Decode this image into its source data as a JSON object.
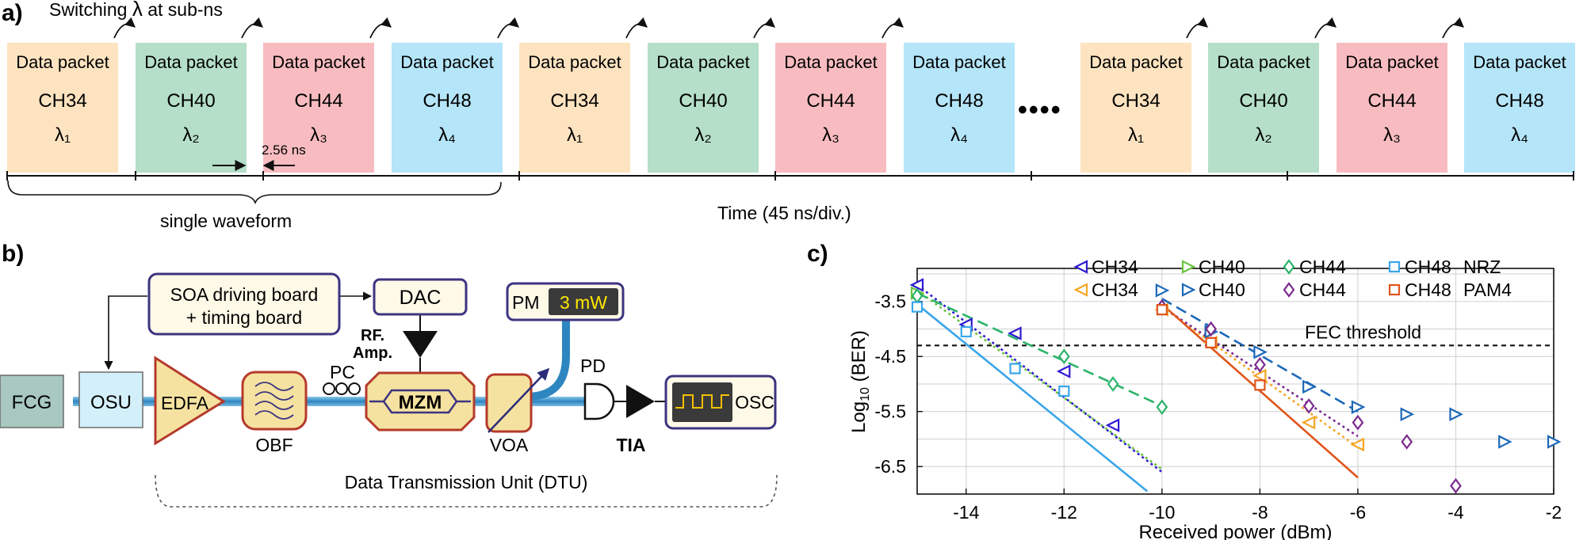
{
  "panel_a": {
    "label": "a)",
    "switch_note_pre": "Switching ",
    "switch_note_lambda": "λ",
    "switch_note_post": "  at sub-ns",
    "packets": [
      {
        "title": "Data packet",
        "channel": "CH34",
        "lambda": "λ₁",
        "color": "#fde3c0"
      },
      {
        "title": "Data packet",
        "channel": "CH40",
        "lambda": "λ₂",
        "color": "#b5dfc8"
      },
      {
        "title": "Data packet",
        "channel": "CH44",
        "lambda": "λ₃",
        "color": "#f8bcc0"
      },
      {
        "title": "Data packet",
        "channel": "CH48",
        "lambda": "λ₄",
        "color": "#b4e5f8"
      },
      {
        "title": "Data packet",
        "channel": "CH34",
        "lambda": "λ₁",
        "color": "#fde3c0"
      },
      {
        "title": "Data packet",
        "channel": "CH40",
        "lambda": "λ₂",
        "color": "#b5dfc8"
      },
      {
        "title": "Data packet",
        "channel": "CH44",
        "lambda": "λ₃",
        "color": "#f8bcc0"
      },
      {
        "title": "Data packet",
        "channel": "CH48",
        "lambda": "λ₄",
        "color": "#b4e5f8"
      },
      {
        "title": "Data packet",
        "channel": "CH34",
        "lambda": "λ₁",
        "color": "#fde3c0"
      },
      {
        "title": "Data packet",
        "channel": "CH40",
        "lambda": "λ₂",
        "color": "#b5dfc8"
      },
      {
        "title": "Data packet",
        "channel": "CH44",
        "lambda": "λ₃",
        "color": "#f8bcc0"
      },
      {
        "title": "Data packet",
        "channel": "CH48",
        "lambda": "λ₄",
        "color": "#b4e5f8"
      }
    ],
    "gap_label": "2.56 ns",
    "ellipsis": "••••",
    "waveform_label": "single waveform",
    "time_label": "Time (45 ns/div.)"
  },
  "panel_b": {
    "label": "b)",
    "soa_board_line1": "SOA driving board",
    "soa_board_line2": "+ timing board",
    "dac": "DAC",
    "pm": "PM",
    "pm_reading": "3 mW",
    "rf_amp_line1": "RF.",
    "rf_amp_line2": "Amp.",
    "pc": "PC",
    "pd": "PD",
    "fcg": "FCG",
    "osu": "OSU",
    "edfa": "EDFA",
    "obf": "OBF",
    "mzm": "MZM",
    "voa": "VOA",
    "tia": "TIA",
    "osc": "OSC",
    "dtu_label": "Data Transmission Unit (DTU)",
    "colors": {
      "fiber": "#3a8fc4",
      "box_border": "#3c3480",
      "edfa_fill": "#f5e2a0",
      "edfa_border": "#b5392b",
      "fcg_fill": "#a8c8c0",
      "osu_fill": "#d3effa"
    }
  },
  "panel_c": {
    "label": "c)",
    "fec_label": "FEC threshold",
    "legend": [
      {
        "marker": "left-triangle",
        "color": "#2d1bd0",
        "name": "CH34"
      },
      {
        "marker": "left-triangle",
        "color": "#f5a623",
        "name": "CH34"
      },
      {
        "marker": "right-triangle",
        "color": "#6ac23e",
        "name": "CH40"
      },
      {
        "marker": "right-triangle",
        "color": "#1c68b8",
        "name": "CH40"
      },
      {
        "marker": "diamond",
        "color": "#2bb36a",
        "name": "CH44"
      },
      {
        "marker": "diamond",
        "color": "#7b2a8e",
        "name": "CH44"
      },
      {
        "marker": "square",
        "color": "#3aa6ea",
        "name": "CH48"
      },
      {
        "marker": "square",
        "color": "#e0551b",
        "name": "CH48"
      }
    ],
    "format_labels": [
      "NRZ",
      "PAM4"
    ]
  },
  "chart_data": {
    "type": "scatter",
    "xlabel": "Received power (dBm)",
    "ylabel_main": "Log",
    "ylabel_sub": "10",
    "ylabel_rest": " (BER)",
    "xlim": [
      -15,
      -2
    ],
    "ylim": [
      -7.0,
      -2.9
    ],
    "x_ticks": [
      -14,
      -12,
      -10,
      -8,
      -6,
      -4,
      -2
    ],
    "x_tick_labels": [
      "-14",
      "-12",
      "-10",
      "-8",
      "-6",
      "-4",
      "-2"
    ],
    "y_ticks": [
      -3.5,
      -4.5,
      -5.5,
      -6.5
    ],
    "y_tick_labels": [
      "-3.5",
      "-4.5",
      "-5.5",
      "-6.5"
    ],
    "grid": true,
    "fec_threshold": -4.3,
    "series": [
      {
        "name": "CH34",
        "group": "NRZ",
        "color": "#2d1bd0",
        "marker": "left-triangle",
        "x": [
          -15,
          -14,
          -13,
          -12,
          -11
        ],
        "y": [
          -3.2,
          -3.92,
          -4.08,
          -4.77,
          -5.75
        ],
        "fit": {
          "style": "dotted",
          "x": [
            -15,
            -10
          ],
          "y": [
            -3.2,
            -6.6
          ]
        }
      },
      {
        "name": "CH40",
        "group": "NRZ",
        "color": "#6ac23e",
        "marker": "right-triangle",
        "x": [
          -15
        ],
        "y": [
          -3.35
        ],
        "fit": {
          "style": "dotted",
          "x": [
            -15,
            -10
          ],
          "y": [
            -3.3,
            -6.55
          ]
        }
      },
      {
        "name": "CH44",
        "group": "NRZ",
        "color": "#2bb36a",
        "marker": "diamond",
        "x": [
          -15,
          -12,
          -11,
          -10
        ],
        "y": [
          -3.4,
          -4.5,
          -5.0,
          -5.42
        ],
        "fit": {
          "style": "dashed",
          "x": [
            -15,
            -10
          ],
          "y": [
            -3.35,
            -5.4
          ]
        }
      },
      {
        "name": "CH48",
        "group": "NRZ",
        "color": "#3aa6ea",
        "marker": "square",
        "x": [
          -15,
          -14,
          -13,
          -12
        ],
        "y": [
          -3.6,
          -4.05,
          -4.72,
          -5.13
        ],
        "fit": {
          "style": "solid",
          "x": [
            -15,
            -10.3
          ],
          "y": [
            -3.55,
            -6.95
          ]
        }
      },
      {
        "name": "CH34",
        "group": "PAM4",
        "color": "#f5a623",
        "marker": "left-triangle",
        "x": [
          -10,
          -9,
          -8,
          -7,
          -6
        ],
        "y": [
          -3.65,
          -4.25,
          -4.85,
          -5.7,
          -6.1
        ],
        "fit": {
          "style": "dotted",
          "x": [
            -10,
            -6
          ],
          "y": [
            -3.6,
            -6.15
          ]
        }
      },
      {
        "name": "CH40",
        "group": "PAM4",
        "color": "#1c68b8",
        "marker": "right-triangle",
        "x": [
          -10,
          -9,
          -8,
          -7,
          -6,
          -5,
          -4,
          -3,
          -2
        ],
        "y": [
          -3.3,
          -4.05,
          -4.42,
          -5.05,
          -5.42,
          -5.55,
          -5.55,
          -6.05,
          -6.05
        ],
        "fit": {
          "style": "dashed",
          "x": [
            -10,
            -6
          ],
          "y": [
            -3.45,
            -5.5
          ]
        }
      },
      {
        "name": "CH44",
        "group": "PAM4",
        "color": "#7b2a8e",
        "marker": "diamond",
        "x": [
          -10,
          -9,
          -8,
          -7,
          -6,
          -5,
          -4
        ],
        "y": [
          -3.6,
          -4.0,
          -4.65,
          -5.4,
          -5.7,
          -6.05,
          -6.85
        ],
        "fit": {
          "style": "dotted",
          "x": [
            -10,
            -6
          ],
          "y": [
            -3.6,
            -5.95
          ]
        }
      },
      {
        "name": "CH48",
        "group": "PAM4",
        "color": "#e0551b",
        "marker": "square",
        "x": [
          -10,
          -9,
          -8
        ],
        "y": [
          -3.65,
          -4.25,
          -5.02
        ],
        "fit": {
          "style": "solid",
          "x": [
            -10,
            -6
          ],
          "y": [
            -3.55,
            -6.7
          ]
        }
      }
    ]
  }
}
